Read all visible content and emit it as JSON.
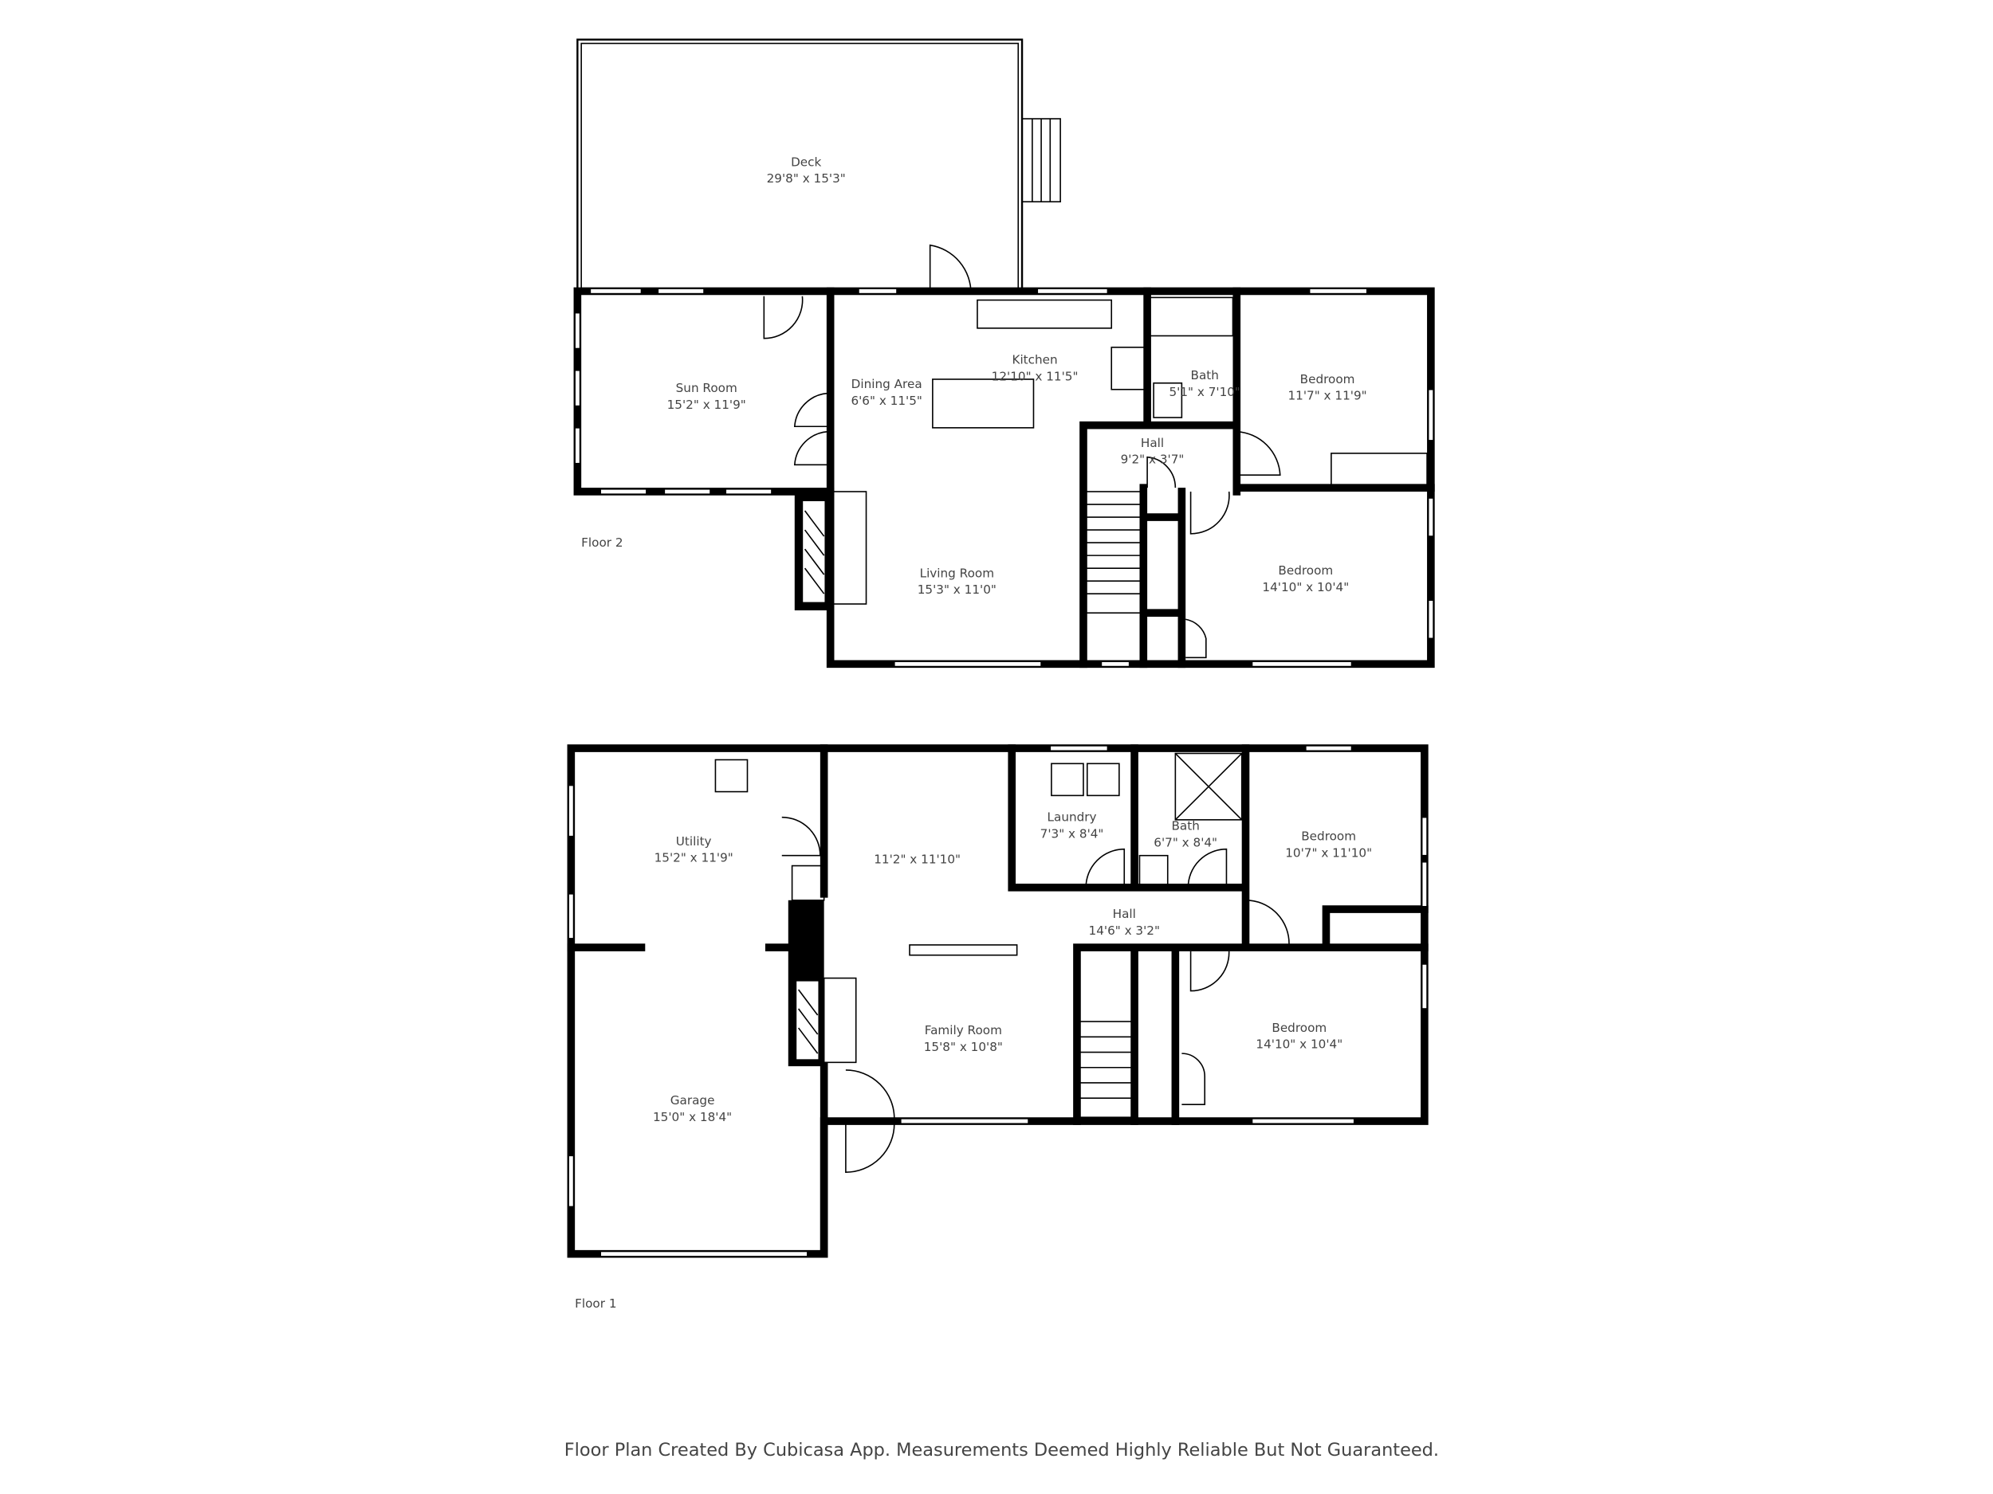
{
  "floor2": {
    "label": "Floor 2",
    "rooms": [
      {
        "name": "Deck",
        "dims": "29'8\" x 15'3\""
      },
      {
        "name": "Sun Room",
        "dims": "15'2\" x 11'9\""
      },
      {
        "name": "Dining Area",
        "dims": "6'6\" x 11'5\""
      },
      {
        "name": "Kitchen",
        "dims": "12'10\" x 11'5\""
      },
      {
        "name": "Bath",
        "dims": "5'1\" x 7'10\""
      },
      {
        "name": "Bedroom",
        "dims": "11'7\" x 11'9\""
      },
      {
        "name": "Hall",
        "dims": "9'2\" x 3'7\""
      },
      {
        "name": "Living Room",
        "dims": "15'3\" x 11'0\""
      },
      {
        "name": "Bedroom",
        "dims": "14'10\" x 10'4\""
      }
    ]
  },
  "floor1": {
    "label": "Floor 1",
    "rooms": [
      {
        "name": "Utility",
        "dims": "15'2\" x 11'9\""
      },
      {
        "name": "",
        "dims": "11'2\" x 11'10\""
      },
      {
        "name": "Laundry",
        "dims": "7'3\" x 8'4\""
      },
      {
        "name": "Bath",
        "dims": "6'7\" x 8'4\""
      },
      {
        "name": "Bedroom",
        "dims": "10'7\" x 11'10\""
      },
      {
        "name": "Hall",
        "dims": "14'6\" x 3'2\""
      },
      {
        "name": "Family Room",
        "dims": "15'8\" x 10'8\""
      },
      {
        "name": "Bedroom",
        "dims": "14'10\" x 10'4\""
      },
      {
        "name": "Garage",
        "dims": "15'0\" x 18'4\""
      }
    ]
  },
  "footer": "Floor Plan Created By Cubicasa App. Measurements Deemed Highly Reliable But Not Guaranteed."
}
